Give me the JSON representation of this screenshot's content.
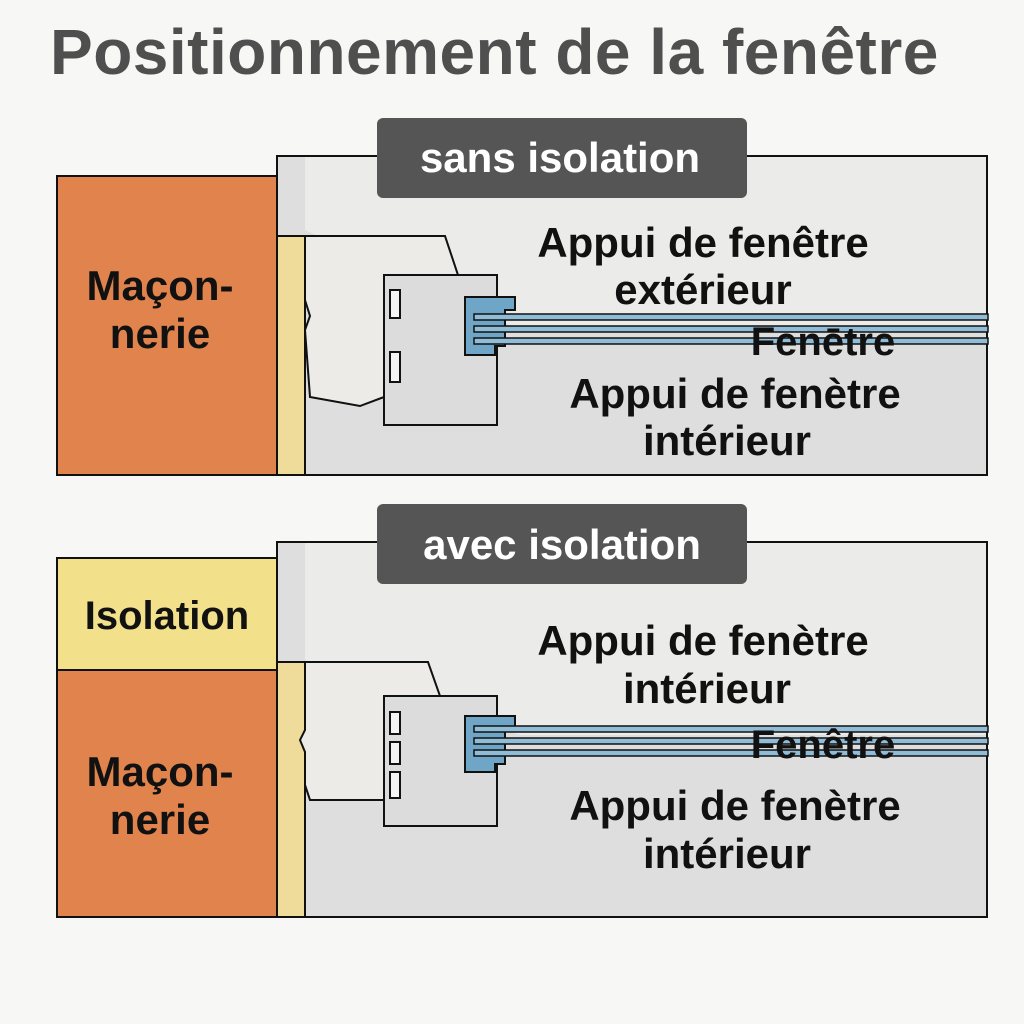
{
  "title": "Positionnement de la fenêtre",
  "colors": {
    "masonry": "#e0834d",
    "insulation": "#f3e08b",
    "insulation_strip": "#efdc9a",
    "interior_grey": "#dededf",
    "sill_light": "#ecebe7",
    "frame": "#dcdcdc",
    "glass_blue": "#8fbcd6",
    "badge_bg": "#555555",
    "badge_text": "#ffffff"
  },
  "sections": [
    {
      "badge": "sans isolation",
      "masonry_label": [
        "Maçon-",
        "nerie"
      ],
      "insulation_label": "",
      "sill_top_label": [
        "Appui de fenêtre",
        "extérieur"
      ],
      "window_label": "Fenētre",
      "sill_bottom_label": [
        "Appui de fenètre",
        "intérieur"
      ]
    },
    {
      "badge": "avec isolation",
      "masonry_label": [
        "Maçon-",
        "nerie"
      ],
      "insulation_label": "Isolation",
      "sill_top_label": [
        "Appui de fenètre",
        "intérieur"
      ],
      "window_label": "Fenêtre",
      "sill_bottom_label": [
        "Appui de fenètre",
        "intérieur"
      ]
    }
  ]
}
